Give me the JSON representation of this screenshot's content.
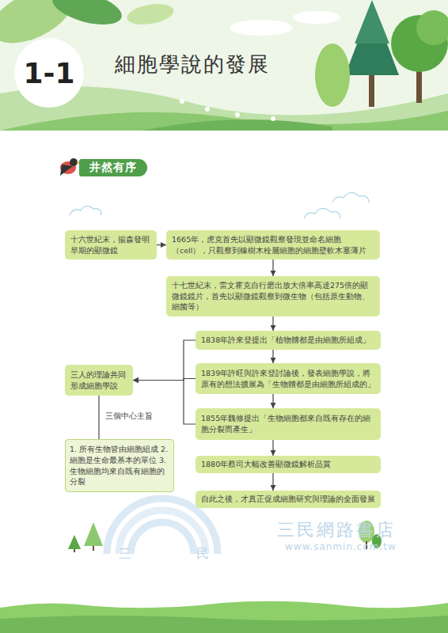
{
  "diagram": {
    "title": "細胞學說的發展",
    "nodes": [
      {
        "text": [
          "1-1"
        ]
      },
      {
        "text": [
          "井然有序"
        ]
      },
      {
        "text": [
          "十六世紀末，揚森發明早期的顯微鏡"
        ]
      },
      {
        "text": [
          "1665年，虎克首先以顯微鏡觀察發現並命名細胞（cell），只觀察到橡樹木栓層細胞的細胞壁軟木塞薄片"
        ]
      },
      {
        "text": [
          "十七世紀末，雷文霍克自行磨出放大倍率高達275倍的顯微鏡鏡片，首先以顯微鏡觀察到微生物（包括原生動物、細菌等）"
        ]
      },
      {
        "text": [
          "1838年許來登提出「植物體都是由細胞所組成」"
        ]
      },
      {
        "text": [
          "1839年許旺與許來登討論後，發表細胞學說，將原有的想法擴展為「生物體都是由細胞所組成的」"
        ]
      },
      {
        "text": [
          "三人的理論共同形成細胞學說"
        ]
      },
      {
        "text": [
          "1855年魏修提出「生物細胞都來自既有存在的細胞分裂而產生」"
        ]
      },
      {
        "text": [
          "1. 所有生物皆由細胞組成 2. 細胞是生命最基本的單位 3. 生物細胞均來自既有細胞的分裂"
        ]
      },
      {
        "text": [
          "1880年蔡司大幅改善顯微鏡解析品質"
        ]
      },
      {
        "text": [
          "自此之後，才真正促成細胞研究與理論的全面發展"
        ]
      }
    ],
    "edges": [
      {
        "from": 2,
        "to": 3,
        "arrow": "to"
      },
      {
        "from": 3,
        "to": 4,
        "arrow": "to"
      },
      {
        "from": 4,
        "to": 5,
        "arrow": "to"
      },
      {
        "from": 5,
        "to": 6,
        "arrow": "to"
      },
      {
        "from": 6,
        "to": 8,
        "arrow": "to"
      },
      {
        "from": 8,
        "to": 10,
        "arrow": "to"
      },
      {
        "from": 10,
        "to": 11,
        "arrow": "to"
      },
      {
        "from": 5,
        "to": 7,
        "arrow": "to"
      },
      {
        "from": 6,
        "to": 7,
        "arrow": "to"
      },
      {
        "from": 8,
        "to": 7,
        "arrow": "to"
      },
      {
        "from": 7,
        "to": 9,
        "label": "三個中心主旨",
        "arrow": "none"
      }
    ],
    "labels": [
      "三民網路書店",
      "www.sanmin.com.tw",
      "三",
      "民"
    ]
  }
}
